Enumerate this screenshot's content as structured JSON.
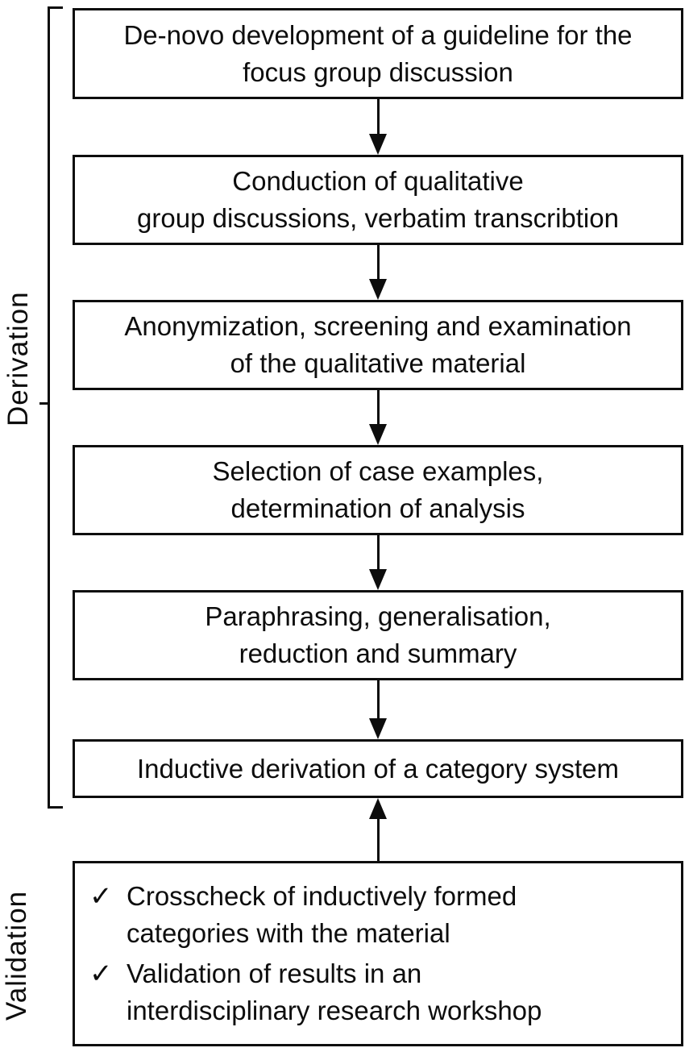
{
  "diagram": {
    "phases": [
      {
        "id": "derivation",
        "label": "Derivation"
      },
      {
        "id": "validation",
        "label": "Validation"
      }
    ],
    "steps": [
      {
        "lines": [
          "De-novo development of a guideline for the",
          "focus group discussion"
        ]
      },
      {
        "lines": [
          "Conduction of qualitative",
          "group discussions, verbatim transcribtion"
        ]
      },
      {
        "lines": [
          "Anonymization, screening and examination",
          "of the qualitative material"
        ]
      },
      {
        "lines": [
          "Selection of case examples,",
          "determination of analysis"
        ]
      },
      {
        "lines": [
          "Paraphrasing, generalisation,",
          "reduction and summary"
        ]
      },
      {
        "lines": [
          "Inductive derivation of a category system"
        ]
      }
    ],
    "validation_box": {
      "check_glyph": "✓",
      "items": [
        {
          "lines": [
            "Crosscheck of inductively formed",
            "categories with the material"
          ]
        },
        {
          "lines": [
            "Validation of results in an",
            "interdisciplinary research workshop"
          ]
        }
      ]
    },
    "colors": {
      "ink": "#0d0d0d",
      "background": "#ffffff"
    }
  }
}
